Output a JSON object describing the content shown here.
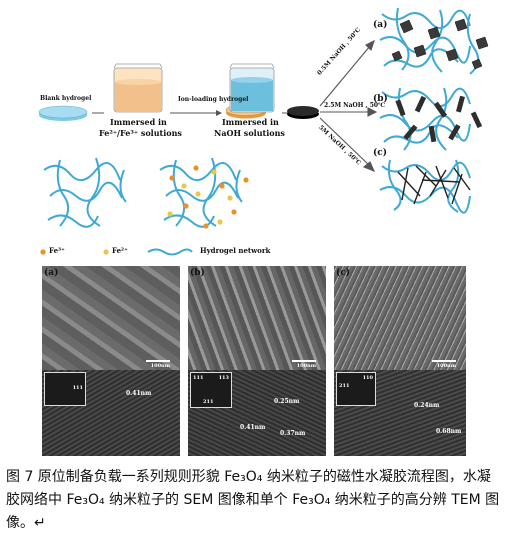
{
  "scheme": {
    "blank_hydrogel": "Blank hydrogel",
    "ion_loading_hydrogel": "Ion-loading hydrogel",
    "step1_line1": "Immersed in",
    "step1_line2": "Fe²⁺/Fe³⁺ solutions",
    "step2_line1": "Immersed in",
    "step2_line2": "NaOH solutions",
    "route_a": "0.5M NaOH , 50℃",
    "route_b": "2.5M NaOH , 50℃",
    "route_c": "5M NaOH , 50℃",
    "label_a": "(a)",
    "label_b": "(b)",
    "label_c": "(c)",
    "legend_fe3": "Fe³⁺",
    "legend_fe2": "Fe²⁺",
    "legend_network": "Hydrogel network",
    "colors": {
      "fe3": "#e8922a",
      "fe2": "#e6c84a",
      "network": "#3fa9d6",
      "beaker_liquid1": "#f2c08a",
      "beaker_liquid2": "#6cc0de",
      "particle": "#222222"
    }
  },
  "micrographs": {
    "panel_a": "(a)",
    "panel_b": "(b)",
    "panel_c": "(c)",
    "scale_a": "100nm",
    "scale_b": "100nm",
    "scale_c": "100nm",
    "tem_a_spacing": "0.41nm",
    "tem_a_index": "111",
    "tem_b_spacing1": "0.25nm",
    "tem_b_spacing2": "0.41nm",
    "tem_b_spacing3": "0.37nm",
    "tem_b_index1": "111",
    "tem_b_index2": "113",
    "tem_b_index3": "211",
    "tem_c_spacing1": "0.24nm",
    "tem_c_spacing2": "0.68nm",
    "tem_c_index1": "211",
    "tem_c_index2": "110"
  },
  "caption": {
    "text": "图 7 原位制备负载一系列规则形貌 Fe₃O₄ 纳米粒子的磁性水凝胶流程图，水凝胶网络中 Fe₃O₄ 纳米粒子的 SEM 图像和单个 Fe₃O₄ 纳米粒子的高分辨 TEM 图像。↵"
  }
}
